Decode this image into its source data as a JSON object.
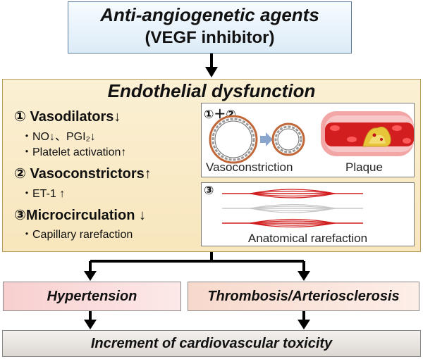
{
  "top": {
    "title": "Anti-angiogenetic  agents",
    "subtitle": "(VEGF inhibitor)"
  },
  "endothelial": {
    "title": "Endothelial dysfunction",
    "items": [
      {
        "heading": "① Vasodilators↓",
        "subitems": [
          "・NO↓、PGI₂↓",
          "・Platelet activation↑"
        ]
      },
      {
        "heading": "② Vasoconstrictors↑",
        "subitems": [
          "・ET-1 ↑"
        ]
      },
      {
        "heading": "③Microcirculation ↓",
        "subitems": [
          "・Capillary rarefaction"
        ]
      }
    ],
    "panel_top": {
      "tag": "①＋②",
      "label_left": "Vasoconstriction",
      "label_right": "Plaque"
    },
    "panel_bottom": {
      "tag": "③",
      "label": "Anatomical rarefaction"
    }
  },
  "outcomes": {
    "left": "Hypertension",
    "right": "Thrombosis/Arteriosclerosis",
    "final": "Increment of cardiovascular toxicity"
  },
  "colors": {
    "arrow": "#000000",
    "vessel_red": "#d21e1e",
    "plaque_yellow": "#e8c63a",
    "panel_arrow": "#8aa6cf"
  }
}
